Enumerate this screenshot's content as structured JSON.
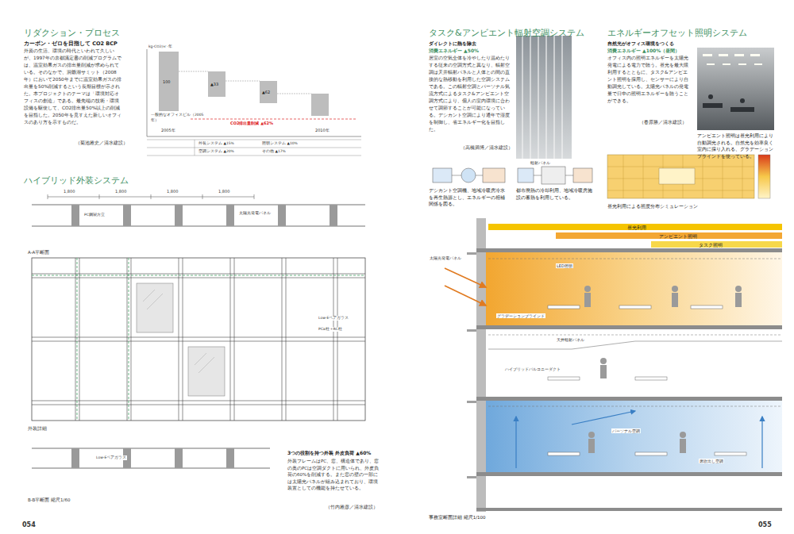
{
  "diagram": {
    "labels": [
      "リダクション・プロセス",
      "カーボン・ゼロを目指して CO2 BCP",
      "外資の生活、環境の時代といわれて久しいが、1997年の京都議定書の削減プログラムでは、温室効果ガスの排出量削減が求められている。そのなかで、洞爺湖サミット（2008年）において2050年までに温室効果ガスの排出量を50%削減するという長期目標が示された。本プロジェクトのテーマは「環境対応オフィスの創造」である。最先端の技術・環境設備を駆使して、CO2排出量50%以上の削減を目指した。2050年を見すえた新しいオフィスのあり方を示すものだ。",
      "（菊池雅史／清水建設）",
      "kg-CO2/㎡·年",
      "一般的なオフィスビル（2005年）",
      "100",
      "▲33",
      "▲62",
      "2005年",
      "2010年",
      "CO2排出量削減 ▲62%",
      "外装システム ▲15%",
      "空調システム ▲20%",
      "照明システム ▲10%",
      "その他 ▲17%",
      "ハイブリッド外装システム",
      "1,800",
      "1,800",
      "1,800",
      "1,800",
      "太陽光発電パネル",
      "PC鋼製方立",
      "A-A平断面",
      "Low-Eペアガラス",
      "PCa柱＋RC柱",
      "外装詳細",
      "Low-Eペアガラス",
      "B-B平断面 縮尺1/60",
      "3つの役割を持つ外装 外皮負荷 ▲60%",
      "外装フレームはPC、窓、構造体であり、窓の奥のPCは空調ダクトに用いられ、外皮負荷の60%を削減する。また窓の壁の一部には太陽光パネルが組み込まれており、環境装置としての機能を持たせている。",
      "（竹内雅彦／清水建設）",
      "054",
      "タスク&アンビエント輻射空調システム",
      "ダイレクトに熱を除去",
      "消費エネルギー ▲50%",
      "居室の空気全体を冷やしたり温めたりする従来の空調方式と異なり、輻射空調は天井輻射パネルと人体との間の直接的な熱移動を利用した空調システムである。この輻射空調とパーソナル気流方式によるタスク&アンビエント空調方式により、個人の室内環境に合わせて調節することが可能になっている。デシカント空調により通年で湿度を制御し、省エネルギー化を目指した。",
      "（高橋満博／清水建設）",
      "輻射パネル",
      "エネルギーオフセット照明システム",
      "自然光がオフィス環境をつくる",
      "消費エネルギー ▲100%（昼間）",
      "オフィス内の照明エネルギーを太陽光発電による電力で賄う。昼光を最大限利用するとともに、タスク&アンビエント照明を採用し、センサーにより自動調光している。太陽光パネルの発電量で日中の照明エネルギーを賄うことができる。",
      "（春原勝／清水建設）",
      "アンビエント照明は昼光利用により自動調光される。自然光を効率良く室内に採り入れる、グラデーションブラインドを使っている。",
      "デシカント空調機、地域冷暖房冷水を再生熱源とし、エネルギーの相補関係を図る。",
      "都市廃熱の冷却利用、地域冷暖房施設の蓄熱を利用している。",
      "昼光利用による照度分布シミュレーション",
      "昼光利用",
      "アンビエント照明",
      "タスク照明",
      "太陽光発電パネル",
      "LED照明",
      "グラデーションブラインド",
      "天井輻射パネル",
      "ハイブリッドバルコニーダクト",
      "パーソナル空調",
      "床吹出し空調",
      "事務室断面詳細 縮尺1/100",
      "055"
    ]
  }
}
